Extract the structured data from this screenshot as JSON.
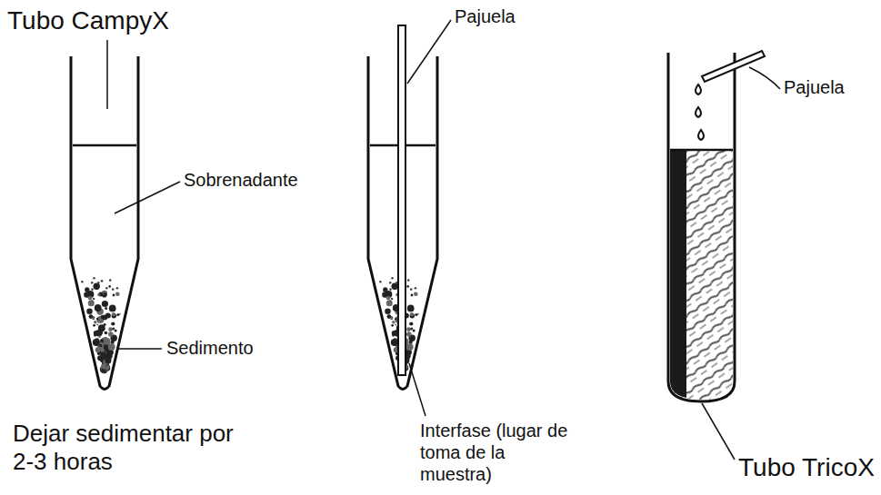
{
  "diagram": {
    "labels": [
      "Tubo CampyX",
      "Sobrenadante",
      "Sedimento",
      "Dejar sedimentar por 2-3 horas",
      "Pajuela",
      "Interfase (lugar de toma de la muestra)",
      "Pajuela",
      "Tubo TricoX"
    ]
  }
}
